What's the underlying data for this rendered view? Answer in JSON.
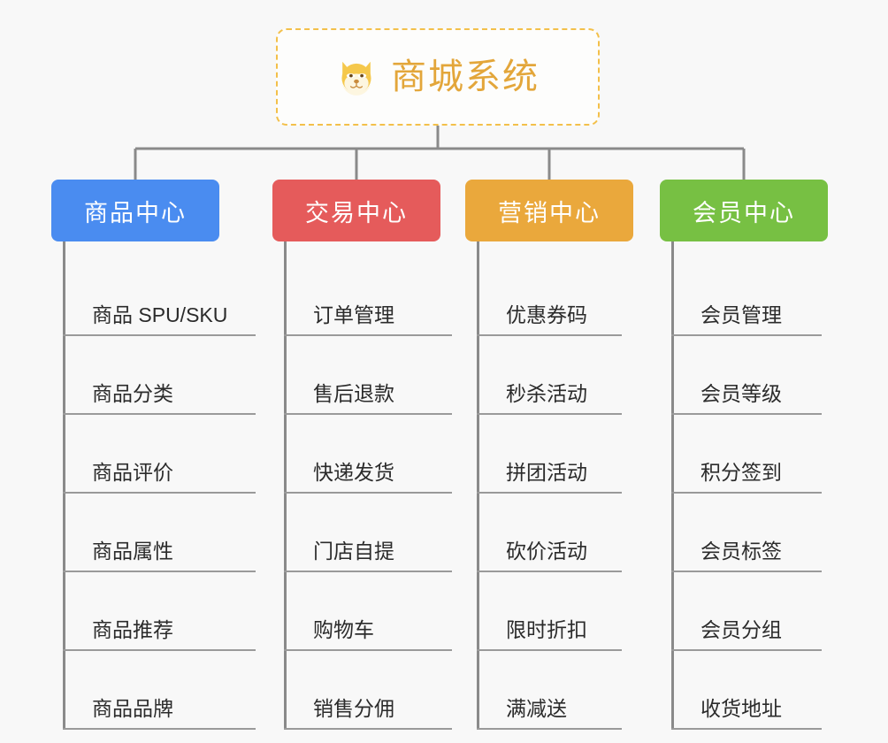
{
  "canvas": {
    "background": "#f8f8f8",
    "connector_color": "#8a8a8a",
    "leaf_rule_color": "#9a9a9a",
    "leaf_text_color": "#2b2b2b"
  },
  "root": {
    "title": "商城系统",
    "icon": "dog-face-icon",
    "icon_emoji": "🐶",
    "title_color": "#e3a63a",
    "border_color": "#f3c04a",
    "fill_color": "#fdfdfc"
  },
  "branches": [
    {
      "label": "商品中心",
      "color": "#4a8cf0",
      "items": [
        "商品 SPU/SKU",
        "商品分类",
        "商品评价",
        "商品属性",
        "商品推荐",
        "商品品牌"
      ]
    },
    {
      "label": "交易中心",
      "color": "#e55b5b",
      "items": [
        "订单管理",
        "售后退款",
        "快递发货",
        "门店自提",
        "购物车",
        "销售分佣"
      ]
    },
    {
      "label": "营销中心",
      "color": "#eaa83c",
      "items": [
        "优惠券码",
        "秒杀活动",
        "拼团活动",
        "砍价活动",
        "限时折扣",
        "满减送"
      ]
    },
    {
      "label": "会员中心",
      "color": "#77c043",
      "items": [
        "会员管理",
        "会员等级",
        "积分签到",
        "会员标签",
        "会员分组",
        "收货地址"
      ]
    }
  ]
}
